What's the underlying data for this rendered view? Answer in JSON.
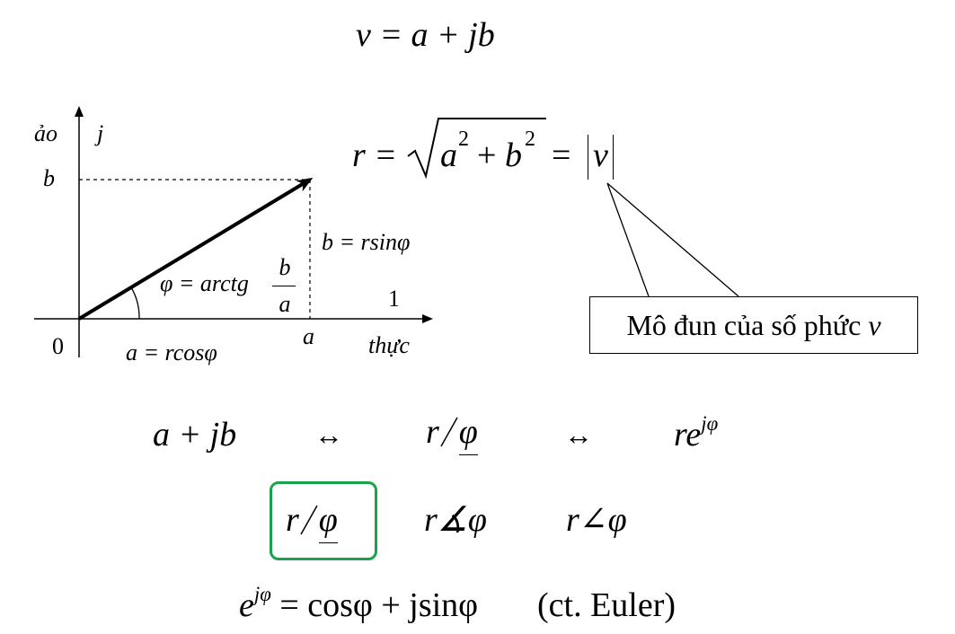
{
  "equations": {
    "main": "v = a + jb",
    "modulus_lhs": "r =",
    "modulus_radicand_a": "a",
    "modulus_radicand_plus": "+",
    "modulus_radicand_b": "b",
    "modulus_sup": "2",
    "modulus_rhs": "=",
    "modulus_v": "v",
    "forms_rect": "a + jb",
    "forms_arrow1": "↔",
    "forms_polar_r": "r",
    "forms_polar_phi": "φ",
    "forms_arrow2": "↔",
    "forms_exp_base": "re",
    "forms_exp_sup": "jφ",
    "notation_a_r": "r",
    "notation_a_phi": "φ",
    "notation_b": "r∡φ",
    "notation_c": "r∠φ",
    "euler_base": "e",
    "euler_sup": "jφ",
    "euler_rhs": "= cosφ + jsinφ",
    "euler_note": "(ct. Euler)"
  },
  "diagram": {
    "imag_axis_label": "ảo",
    "imag_unit_label": "j",
    "b_tick_label": "b",
    "origin_label": "0",
    "real_tick_label": "a",
    "real_axis_label": "thực",
    "real_unit_label": "1",
    "b_formula": "b = rsinφ",
    "a_formula": "a = rcosφ",
    "phi_formula_lhs": "φ = arctg",
    "phi_frac_num": "b",
    "phi_frac_den": "a"
  },
  "callout": {
    "text_prefix": "Mô đun của số phức ",
    "text_var": "v"
  },
  "colors": {
    "highlight_box": "#1aa34a",
    "ink": "#000000"
  }
}
